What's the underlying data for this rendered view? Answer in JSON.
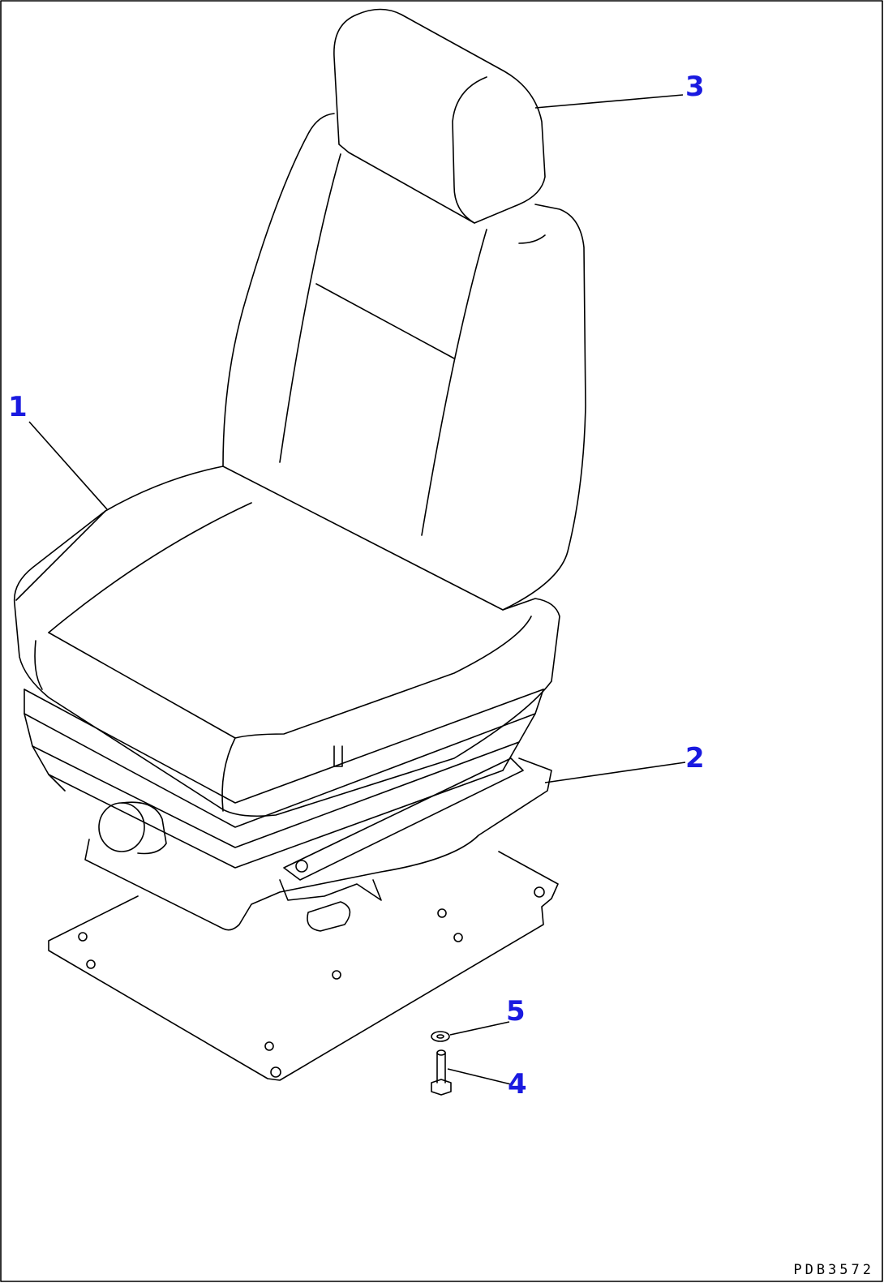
{
  "callouts": [
    {
      "id": "1",
      "label": "1"
    },
    {
      "id": "2",
      "label": "2"
    },
    {
      "id": "3",
      "label": "3"
    },
    {
      "id": "4",
      "label": "4"
    },
    {
      "id": "5",
      "label": "5"
    }
  ],
  "drawing_code": "PDB3572",
  "colors": {
    "callout": "#1a1ae0",
    "line": "#000000",
    "background": "#ffffff"
  }
}
